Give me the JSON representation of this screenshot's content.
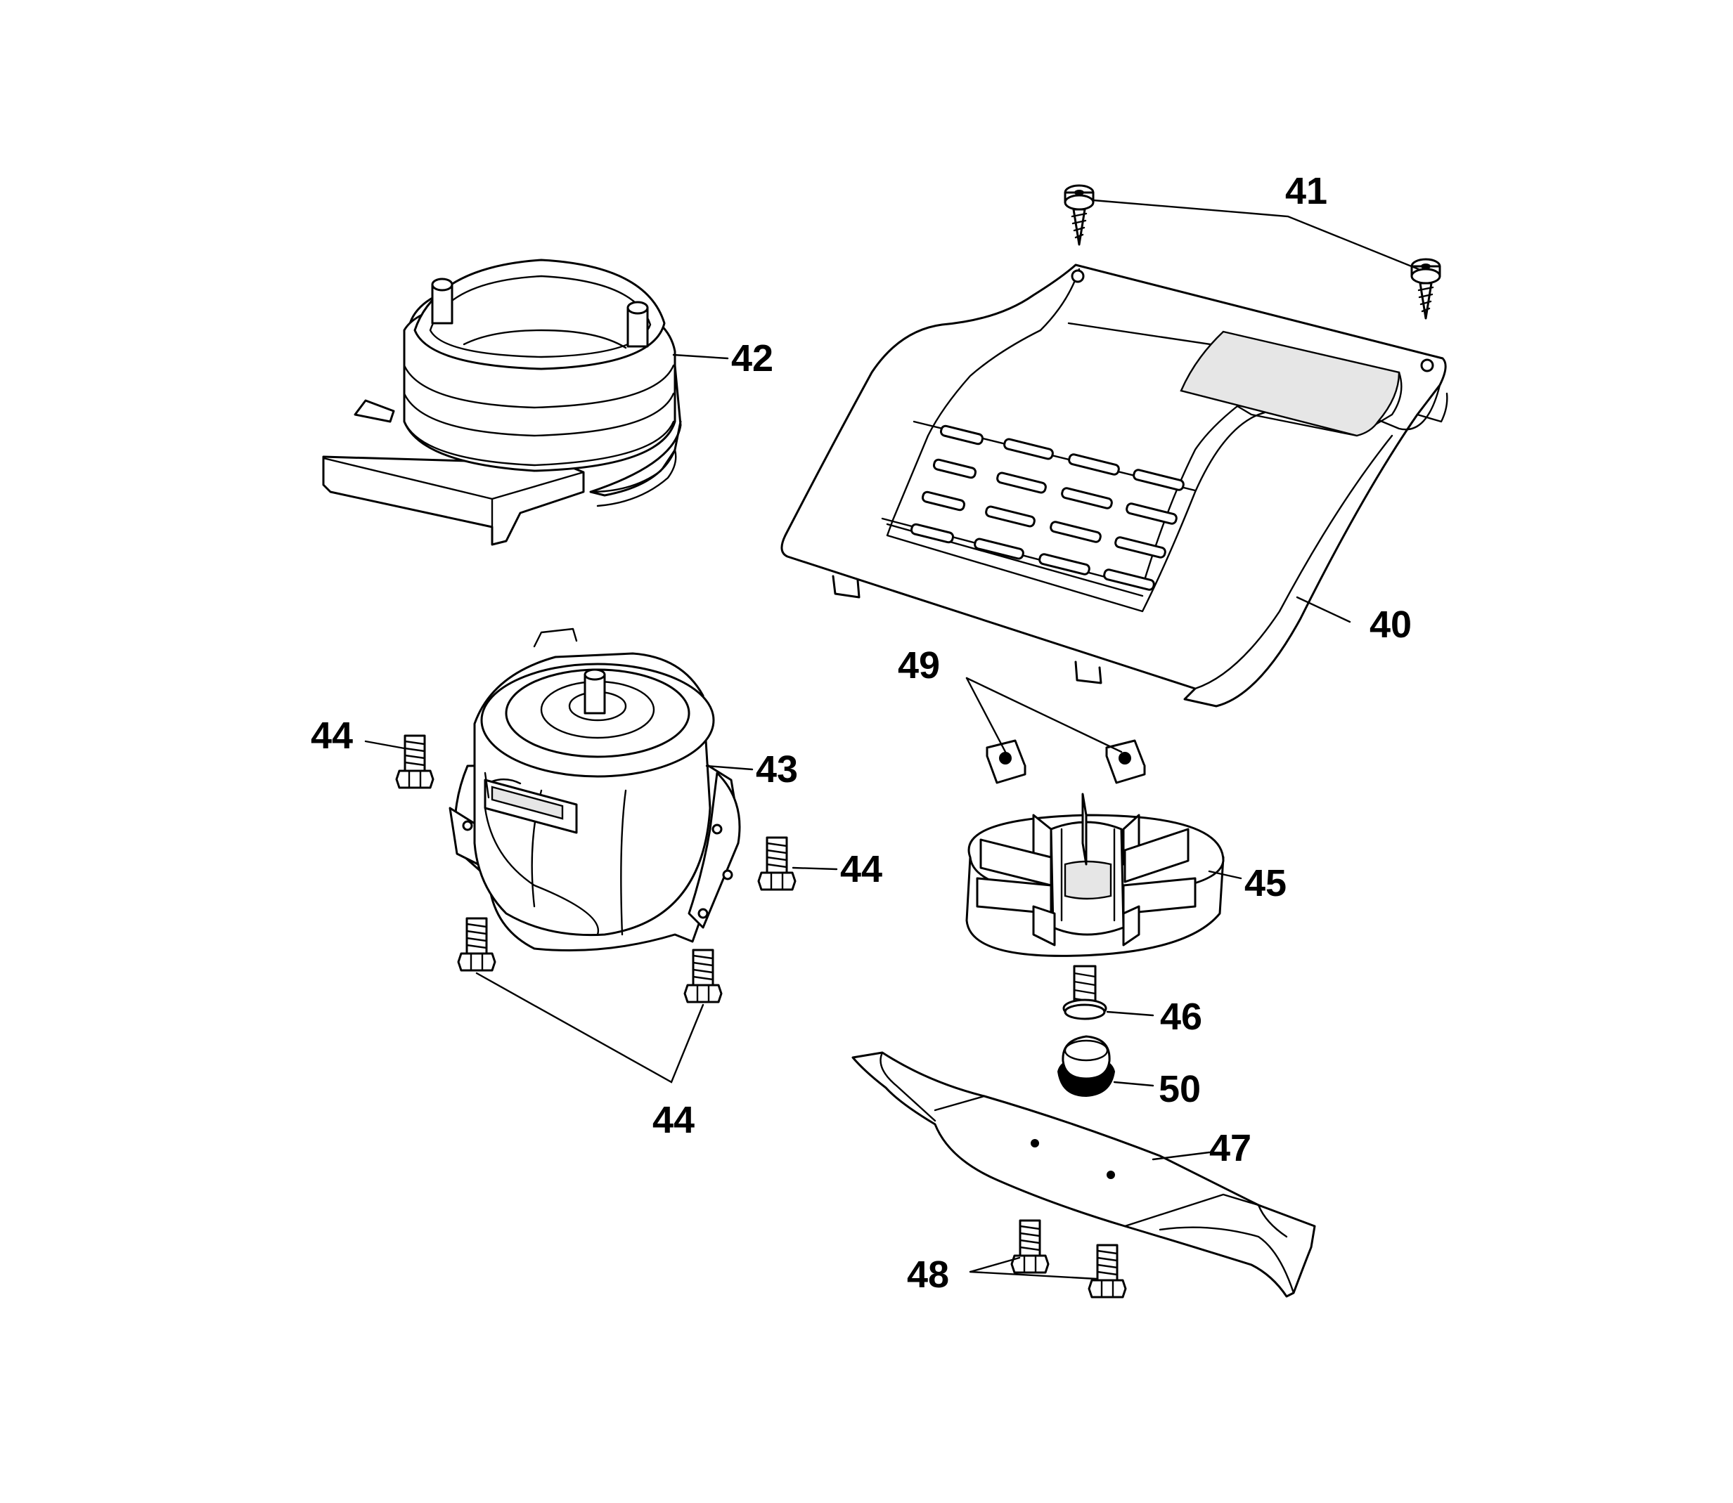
{
  "diagram": {
    "type": "exploded-parts-diagram",
    "parts": [
      {
        "id": "cover",
        "callout": "40"
      },
      {
        "id": "cover-screw",
        "callout": "41"
      },
      {
        "id": "motor-housing-adapter",
        "callout": "42"
      },
      {
        "id": "motor",
        "callout": "43"
      },
      {
        "id": "motor-bolt",
        "callout": "44"
      },
      {
        "id": "fan",
        "callout": "45"
      },
      {
        "id": "blade-bolt",
        "callout": "46"
      },
      {
        "id": "blade",
        "callout": "47"
      },
      {
        "id": "blade-screw",
        "callout": "48"
      },
      {
        "id": "nut",
        "callout": "49"
      },
      {
        "id": "blade-adapter",
        "callout": "50"
      }
    ],
    "callouts": {
      "c40": "40",
      "c41": "41",
      "c42": "42",
      "c43": "43",
      "c44a": "44",
      "c44b": "44",
      "c44c": "44",
      "c45": "45",
      "c46": "46",
      "c47": "47",
      "c48": "48",
      "c49": "49",
      "c50": "50"
    },
    "colors": {
      "line": "#000000",
      "background": "#ffffff"
    }
  }
}
